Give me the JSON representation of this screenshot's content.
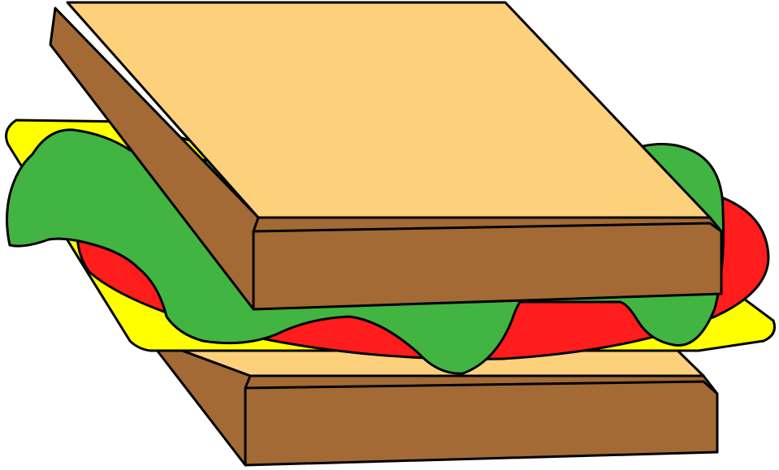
{
  "image": {
    "subject": "sandwich",
    "layers": [
      "bottom-bread",
      "cheese",
      "tomato",
      "lettuce",
      "top-bread"
    ]
  },
  "colors": {
    "background": "#ffffff",
    "outline": "#000000",
    "bread_crust": "#a36a35",
    "bread_face": "#fdd17b",
    "cheese": "#ffff00",
    "tomato": "#ff1c1c",
    "lettuce": "#42b441"
  }
}
